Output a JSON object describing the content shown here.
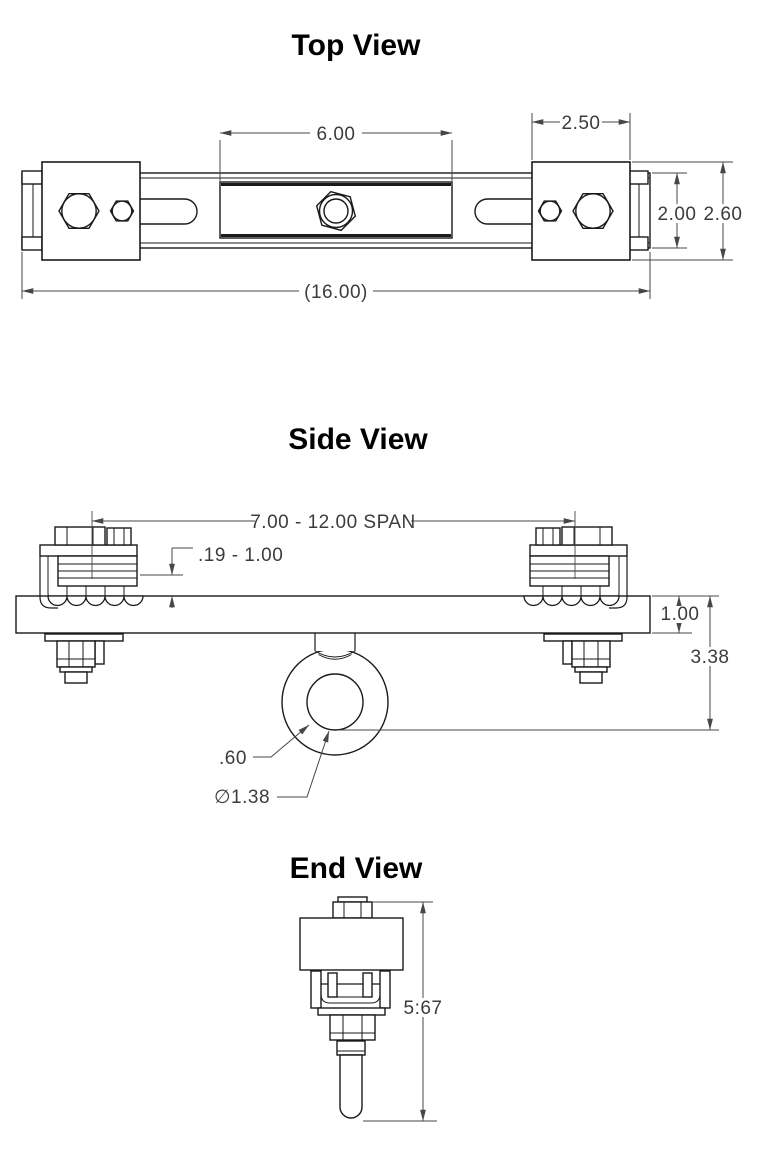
{
  "drawing": {
    "background_color": "#ffffff",
    "line_color": "#1a1a1a",
    "dimension_color": "#474747"
  },
  "top_view": {
    "title": "Top View",
    "dims": {
      "plate_width": "6.00",
      "clamp_block_width": "2.50",
      "rail_height": "2.00",
      "clamp_block_height": "2.60",
      "overall_length": "(16.00)"
    }
  },
  "side_view": {
    "title": "Side View",
    "dims": {
      "span": "7.00 - 12.00 SPAN",
      "grip_range": ".19 - 1.00",
      "bar_thickness": "1.00",
      "overall_drop": "3.38",
      "eye_section": ".60",
      "eye_hole_diameter": "∅1.38"
    }
  },
  "end_view": {
    "title": "End View",
    "dims": {
      "overall_height": "5:67"
    }
  }
}
